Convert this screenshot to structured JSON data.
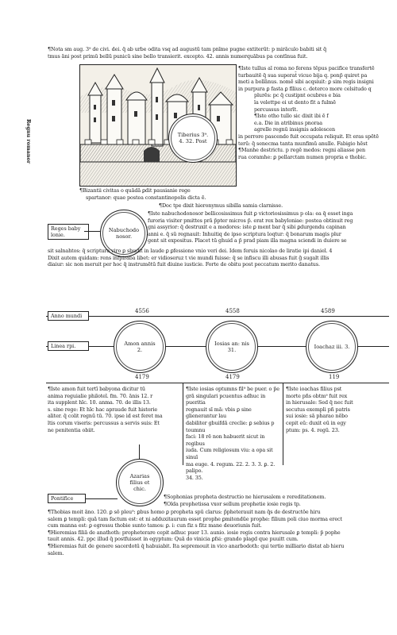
{
  "top": {
    "line1": "¶Nota sm aug. 3⁹ de civi. dei. q̄ ab urbe odita vsq ad augustū tam pnīme pugne extiterūt: p mirāculo babiti sit q̄",
    "line2": "tmus āni post primū bellū punicū sine bello transierit. excepto. 42. annis numerquābus pa contīnua fuit."
  },
  "woodcut": {
    "side_text": "Tiberius 3⁹. 4. 32. Post",
    "margin_label": "Regnu romanor"
  },
  "right_col": [
    "¶Iste tullus aī roma no ferens tēpus pacifice transfertē",
    "turbauitē q̄ sua superat̄ vicuo bija q. ponp̄ quiret pa",
    "meti a bollānus. nomē sibi acqsiuit: ꝑ sim regis insigni",
    "in purpura ꝑ fasta ꝑ fīlius c. deterco more celsitudo q",
    "plurēs: pc q̄ custipnt ocubres e bia",
    "la velettpe ei ut dento fit a fulmē",
    "percussus interīt.",
    "¶Iste otho tullo sic dixit ibi ē f",
    "e.a. Die in atribinus pnoraa",
    "agrelle regnū insignis adolescen",
    "in perrore pascendo fuit occupata reliquit. Et eras spētē",
    "terū: q̄ senecma tanta munfimū anulle. Fabigio hēst",
    "¶Manhe destrictu. p regē medos: regni aliasse pen",
    "rua coramhe: ꝑ pellarctam numen propria e thobic."
  ],
  "woodcut_caption": [
    "¶Bizantii civitas o quādā ꝑdit pausianie rege",
    "spartanor: quae postea constantinopolis dicta ē."
  ],
  "mid": {
    "header": "¶Doc tpe dixit hieronymus sibilla samia clarnisse.",
    "label": "Reges baby lonie.",
    "medallion": "Nabuchodo nosor.",
    "lines": [
      "¶Iste nabuchodonosor bellicosissimus fuit ꝑ victoriosissimus p ola: ea q̄ esset inga",
      "furoria visiter pmittes prā p̄pter micros p̄. erat rex babyloniae: postea obtinuit reg",
      "gni assyrior: q̄ destruxit e a medores: iste ꝑ ment bar q̄ sibi ꝑdurgendu capinan",
      "anni e. q̄ sū regnauit: Inhuitiq de ipso scriptura loqtur: q̄ bonarum magis plur",
      "gent sit expositus. Placet tū ghuid a p̄ prad piam illa magna sciendi in duiere se",
      "sit salnahtos: q̄ scriptura viro ꝑ sbudit in laude ꝑ ꝑfessione vnio veri dei. Idem feruis nicolao de liratie ipi daniel. 4",
      "Dixit autem quidam: rens infpiraba libet: er vidioseruz t vie mundi fuisse: q̄ se infiscu illi abusas fuit g̃ sugalt illis",
      "diaiur: sic non meruit per hoc q̄ instrumētū fuit diuine iusticie. Forte de obitu post peccatum merito danatus."
    ]
  },
  "timeline": {
    "anni_label": "Anno mundi",
    "linea_label": "Linea rpi.",
    "years_top": [
      "4556",
      "4558",
      "4589"
    ],
    "years_bottom": [
      "4179",
      "4179",
      "119"
    ],
    "medallions": [
      "Amon annis 2.",
      "Iosias an: nis 31.",
      "Ioachaz iii. 3."
    ]
  },
  "columns": [
    [
      "¶Iste amon fuit tertī babyona dicitur tū",
      "anima reguialie philoteī. fm. 70. ānis 12. r",
      "ita supplent hīc. 10. anma. 70. de illis 13.",
      "s. sine rege: Et hīc hac apraude fuit historie",
      "aliter. q̄ colit regnū tū. 70. ipse id est feret ma",
      "ltis corum viseris: percussus a servis suis: Et",
      "ne penitentia obiit."
    ],
    [
      "¶Iste iosias optumns fil⁹ be puer. o p̄e",
      "grā singulari pcuentus adhuc in pueritia",
      "regnauit sī mā: vbis ꝑ sine glienerantur lau",
      "dabiliter gbuifdā creclie: ꝑ sebius p toumnu",
      "faci: 18 rē non habuerit sicut in regibus",
      "iuda. Cum religiosum viu: a opa sit sinuī",
      "ma euge. 4. regum. 22. 2. 3. 3. ꝑ. 2. palipo.",
      "34. 35."
    ],
    [
      "¶Iste ioachas filius pst",
      "morte pñs obtm⁹ fuit rex",
      "in hierusale: Sed q̄ nec fuit",
      "secutus exempli pñ patris",
      "sui iosie: sā pharao nēbo",
      "cepit eū: duxit eū in egy",
      "ptum: ps. 4. regū. 23."
    ]
  ],
  "pontifices": {
    "label": "Pontifice",
    "medallion": "Azarias filius et chic."
  },
  "bottom": [
    "¶Sophonias propheta destructio ne hierusalem e rereditationem.",
    "¶Olda prophetissa vxor sellum prophetie iosie regis tp.",
    "¶Thobias moit āno. 120. ꝑ sō pleu⁹: ꝑbus homo ꝑ propheta spū clarus: p̄pheterauit nam q̄s de destructōe hiru",
    "salem ꝑ templi: quā tam factum est: et ni adduxitaurum esset prophe ꝑmitendūe prophe: filium poli ciuo morma erect",
    "cum manna est: ꝑ egressu thobie sunto tamos: ꝑ. i: cun fiz s fitz mane deuoriunis fuit.",
    "¶Hieremias filiā de anathoth: propheterare cepit adhuc puer 13. aunio. iosie regis contra hierusale ꝑ templi: p̄ pophe",
    "tauit annis. 42. ppc illud q̄ postfuisset in egyptum: Quā do vinicia ꝑfsi: grando plagd que puuitt cum.",
    "¶Hieremias fuit de genere sacerdotū q̄ habuiabit. Ita sepremouit in vico anarbodoth: qui tertio milliario distat ab hieru",
    "salem."
  ]
}
